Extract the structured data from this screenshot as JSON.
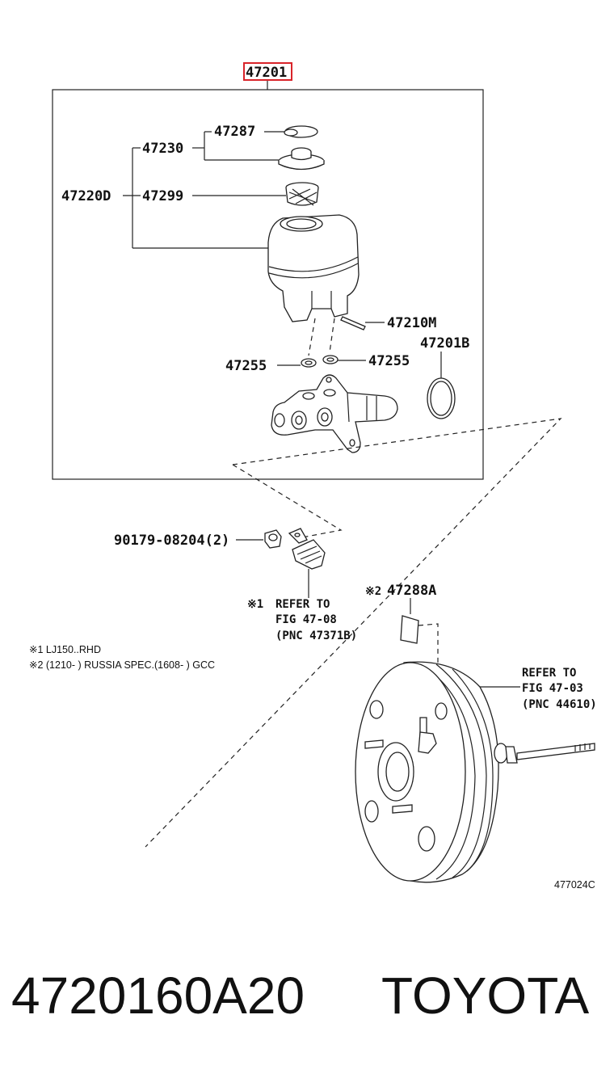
{
  "assembly": {
    "part_number": "47201",
    "highlight_color": "#d9242a"
  },
  "callouts": {
    "p47287": "47287",
    "p47230": "47230",
    "p47220D": "47220D",
    "p47299": "47299",
    "p47210M": "47210M",
    "p47201B": "47201B",
    "p47255_left": "47255",
    "p47255_right": "47255",
    "p90179": "90179-08204(2)",
    "p47288A": "47288A",
    "mark2": "※2",
    "mark1": "※1"
  },
  "refer_sensor": {
    "line1": "REFER TO",
    "line2": "FIG 47-08",
    "line3": "(PNC 47371B)"
  },
  "refer_booster": {
    "line1": "REFER TO",
    "line2": "FIG 47-03",
    "line3": "(PNC 44610)"
  },
  "notes": [
    "※1 LJ150..RHD",
    "※2 (1210-        ) RUSSIA SPEC.(1608-        ) GCC"
  ],
  "figure_code": "477024C",
  "footer": {
    "part_number": "4720160A20",
    "brand": "TOYOTA"
  }
}
